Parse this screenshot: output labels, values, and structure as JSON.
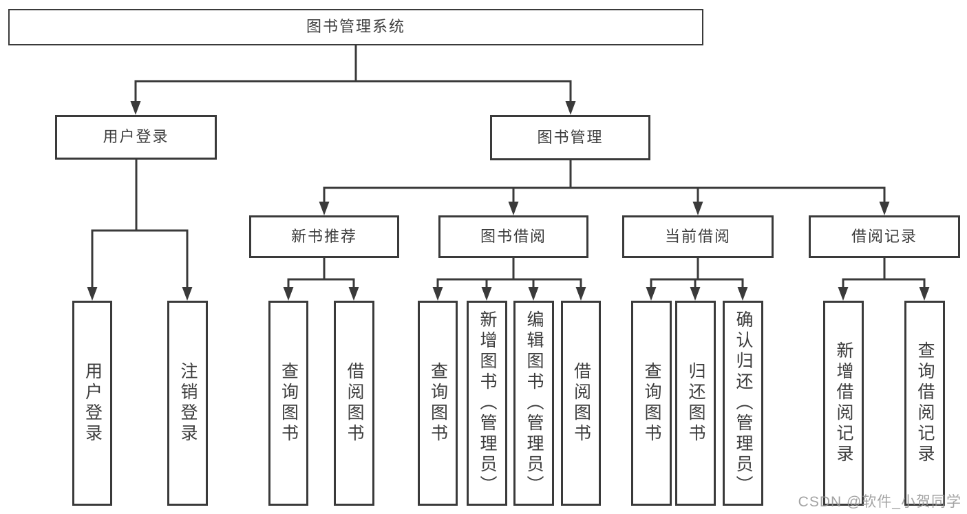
{
  "colors": {
    "line": "#3a3a3a",
    "box_border": "#3a3a3a",
    "box_fill": "#ffffff",
    "text": "#3d3d3d",
    "background": "#ffffff",
    "watermark": "#969696"
  },
  "watermark": "CSDN @软件_小贺同学",
  "tree": {
    "label": "图书管理系统",
    "children": [
      {
        "label": "用户登录",
        "children": [
          {
            "label": "用户登录"
          },
          {
            "label": "注销登录"
          }
        ]
      },
      {
        "label": "图书管理",
        "children": [
          {
            "label": "新书推荐",
            "children": [
              {
                "label": "查询图书"
              },
              {
                "label": "借阅图书"
              }
            ]
          },
          {
            "label": "图书借阅",
            "children": [
              {
                "label": "查询图书"
              },
              {
                "label": "新增图书（管理员）"
              },
              {
                "label": "编辑图书（管理员）"
              },
              {
                "label": "借阅图书"
              }
            ]
          },
          {
            "label": "当前借阅",
            "children": [
              {
                "label": "查询图书"
              },
              {
                "label": "归还图书"
              },
              {
                "label": "确认归还（管理员）"
              }
            ]
          },
          {
            "label": "借阅记录",
            "children": [
              {
                "label": "新增借阅记录"
              },
              {
                "label": "查询借阅记录"
              }
            ]
          }
        ]
      }
    ]
  }
}
